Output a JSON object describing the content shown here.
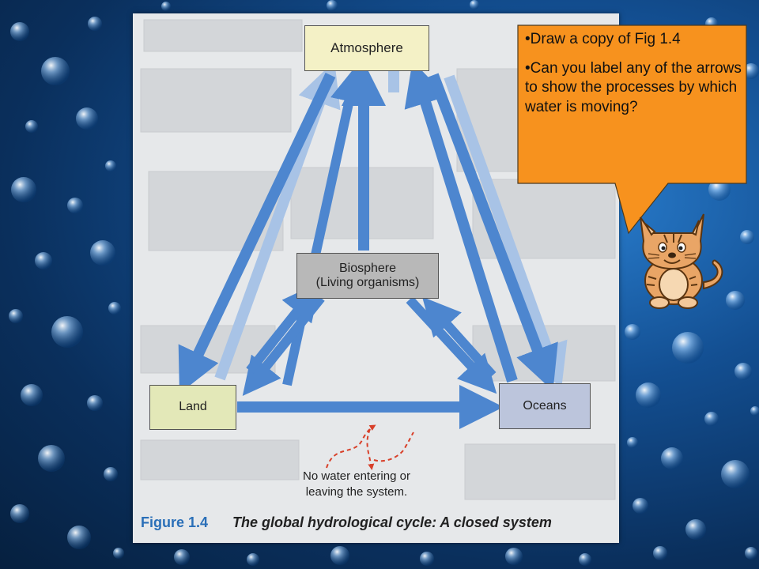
{
  "diagram": {
    "nodes": {
      "atmosphere": "Atmosphere",
      "biosphere_line1": "Biosphere",
      "biosphere_line2": "(Living organisms)",
      "land": "Land",
      "oceans": "Oceans"
    },
    "no_water_note_line1": "No water entering or",
    "no_water_note_line2": "leaving the system.",
    "caption_label": "Figure 1.4",
    "caption_text": "The global hydrological cycle: A closed system"
  },
  "callout": {
    "bullet1": "•Draw a copy of Fig 1.4",
    "bullet2": "•Can you label any of the arrows to show the processes by which water is moving?"
  },
  "colors": {
    "callout_fill": "#f7921e",
    "arrow_blue": "#4d86cf",
    "caption_blue": "#2a6fb8"
  }
}
